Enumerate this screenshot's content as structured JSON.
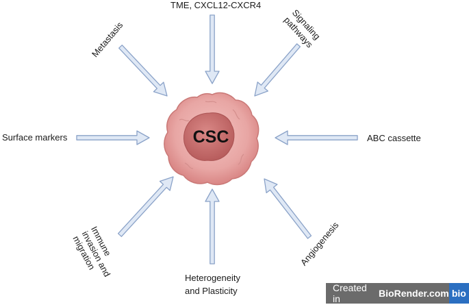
{
  "center": {
    "label": "CSC"
  },
  "labels": {
    "top": "TME, CXCL12-CXCR4",
    "top_right": "Signaling\npathways",
    "top_left": "Metastasis",
    "left": "Surface markers",
    "right": "ABC cassette",
    "bottom_left": "Immune\ninvasion and\nmigration",
    "bottom": "Heterogeneity\nand Plasticity",
    "bottom_right": "Angiogenesis"
  },
  "badge": {
    "prefix": "Created in",
    "brand": "BioRender.com",
    "logo": "bio"
  },
  "colors": {
    "arrow_fill": "#dfe8f5",
    "arrow_stroke": "#8aa2c8",
    "cell_outer": "#e7a3a3",
    "cell_core": "#c7706f",
    "badge_bg": "#6b6b6b",
    "logo_bg": "#2b6fc1"
  }
}
